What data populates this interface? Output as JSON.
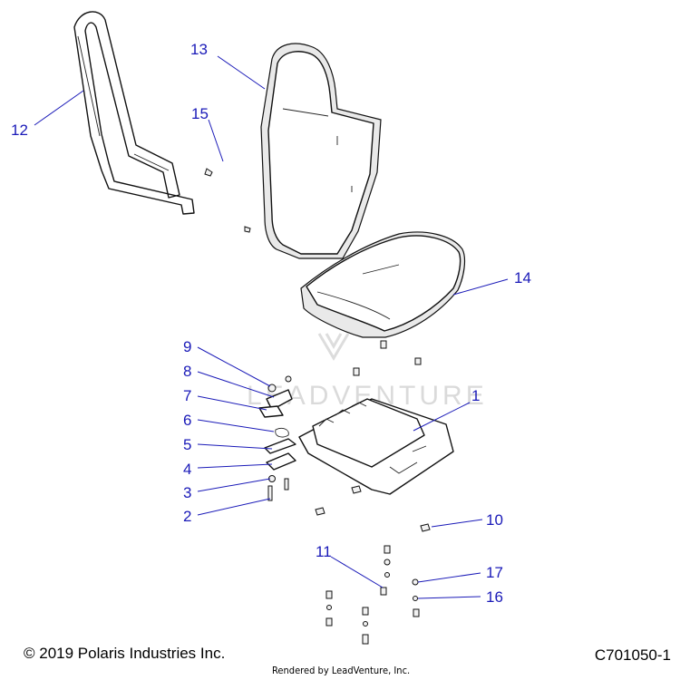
{
  "diagram": {
    "callouts": [
      "1",
      "2",
      "3",
      "4",
      "5",
      "6",
      "7",
      "8",
      "9",
      "10",
      "11",
      "12",
      "13",
      "14",
      "15",
      "16",
      "17"
    ],
    "watermark": "LEADVENTURE",
    "logo": "LeadVenture"
  },
  "footer": {
    "copyright": "© 2019 Polaris Industries Inc.",
    "rendered_by": "Rendered by LeadVenture, Inc.",
    "drawing_code": "C701050-1"
  }
}
